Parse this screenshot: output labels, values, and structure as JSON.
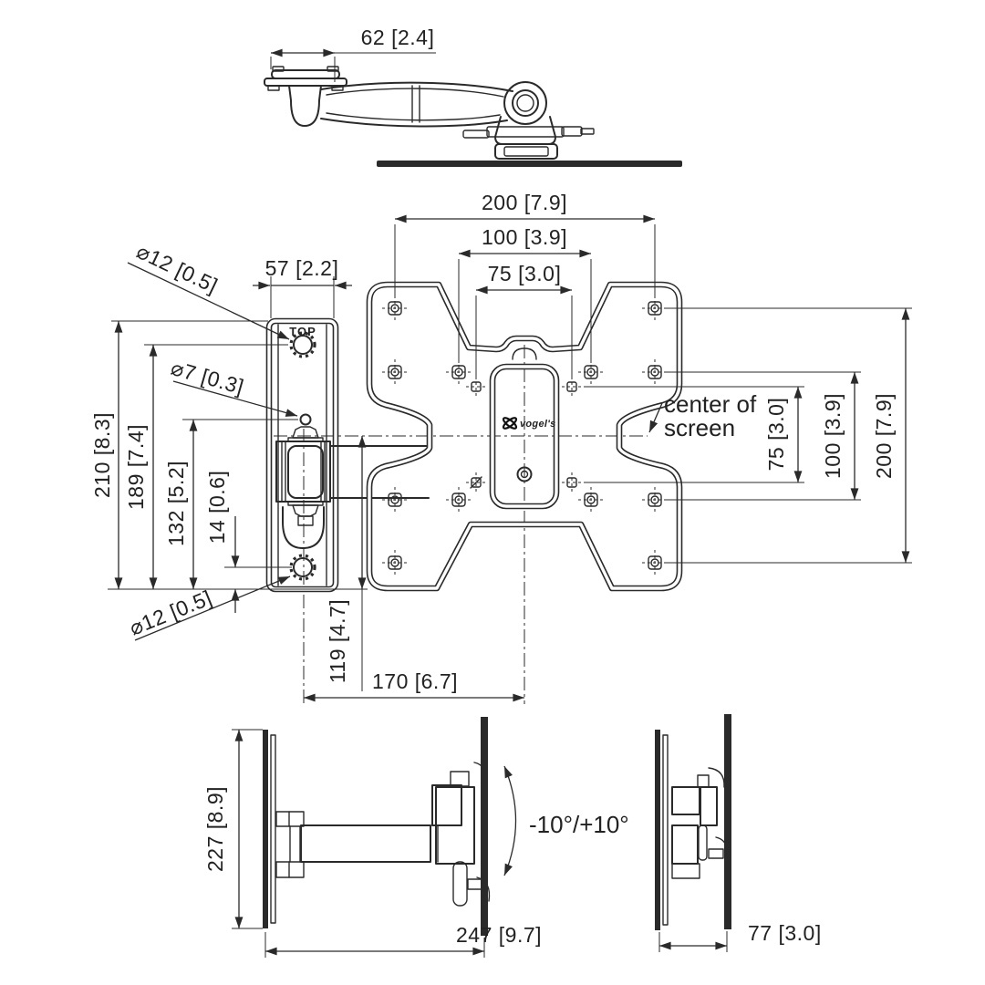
{
  "top_view": {
    "dim_arm_offset": "62 [2.4]"
  },
  "front_view": {
    "dim_vesa_width_200": "200 [7.9]",
    "dim_vesa_width_100": "100 [3.9]",
    "dim_vesa_width_75": "75 [3.0]",
    "dim_vesa_height_75": "75 [3.0]",
    "dim_vesa_height_100": "100 [3.9]",
    "dim_vesa_height_200": "200 [7.9]",
    "dim_wall_plate_width": "57 [2.2]",
    "dim_plate_height_210": "210 [8.3]",
    "dim_span_189": "189 [7.4]",
    "dim_span_132": "132 [5.2]",
    "dim_offset_14": "14 [0.6]",
    "dim_center_to_bottom_119": "119 [4.7]",
    "dim_wall_to_center_170": "170 [6.7]",
    "dia_top_hole": "⌀12 [0.5]",
    "dia_mid_hole": "⌀7 [0.3]",
    "dia_bottom_hole": "⌀12 [0.5]",
    "label_top": "TOP",
    "label_center_line1": "center of",
    "label_center_line2": "screen",
    "logo_text": "vogel's"
  },
  "side_view_extended": {
    "dim_height_227": "227 [8.9]",
    "dim_depth_247": "247 [9.7]",
    "label_tilt_range": "-10°/+10°"
  },
  "side_view_folded": {
    "dim_depth_77": "77 [3.0]"
  },
  "colors": {
    "line": "#2a2a2a",
    "background": "#ffffff"
  }
}
